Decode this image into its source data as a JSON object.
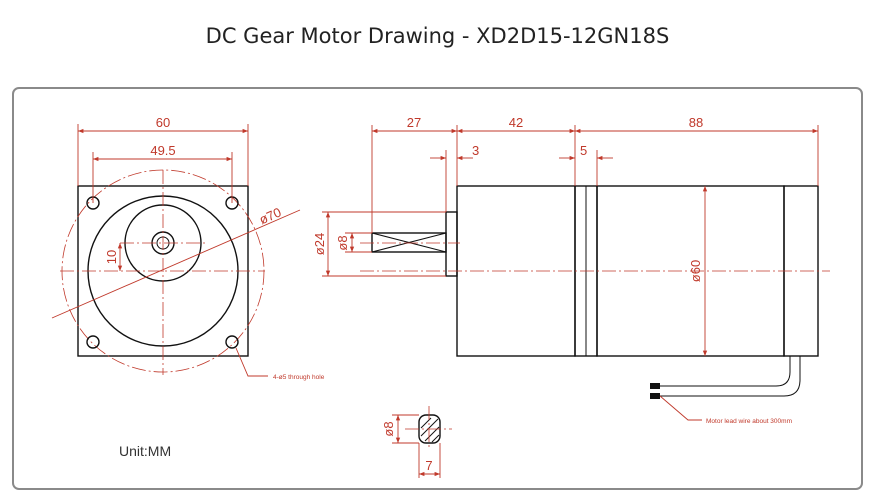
{
  "title": "DC Gear Motor Drawing - XD2D15-12GN18S",
  "unit_label": "Unit:MM",
  "front_view": {
    "flange_width": "60",
    "hole_spacing": "49.5",
    "pcd_diameter": "ø70",
    "shaft_offset": "10",
    "holes_note": "4-ø5 through hole"
  },
  "side_view": {
    "shaft_length": "27",
    "gearbox_length": "42",
    "motor_length": "88",
    "shoulder_length": "3",
    "spacer_width": "5",
    "shaft_diameter": "ø8",
    "shoulder_diameter": "ø24",
    "body_diameter": "ø60",
    "lead_note": "Motor lead wire about 300mm"
  },
  "shaft_section": {
    "diameter": "ø8",
    "flat_width": "7"
  },
  "colors": {
    "dimension": "#c0392b",
    "outline": "#111111",
    "frame": "#8a8a8a"
  }
}
